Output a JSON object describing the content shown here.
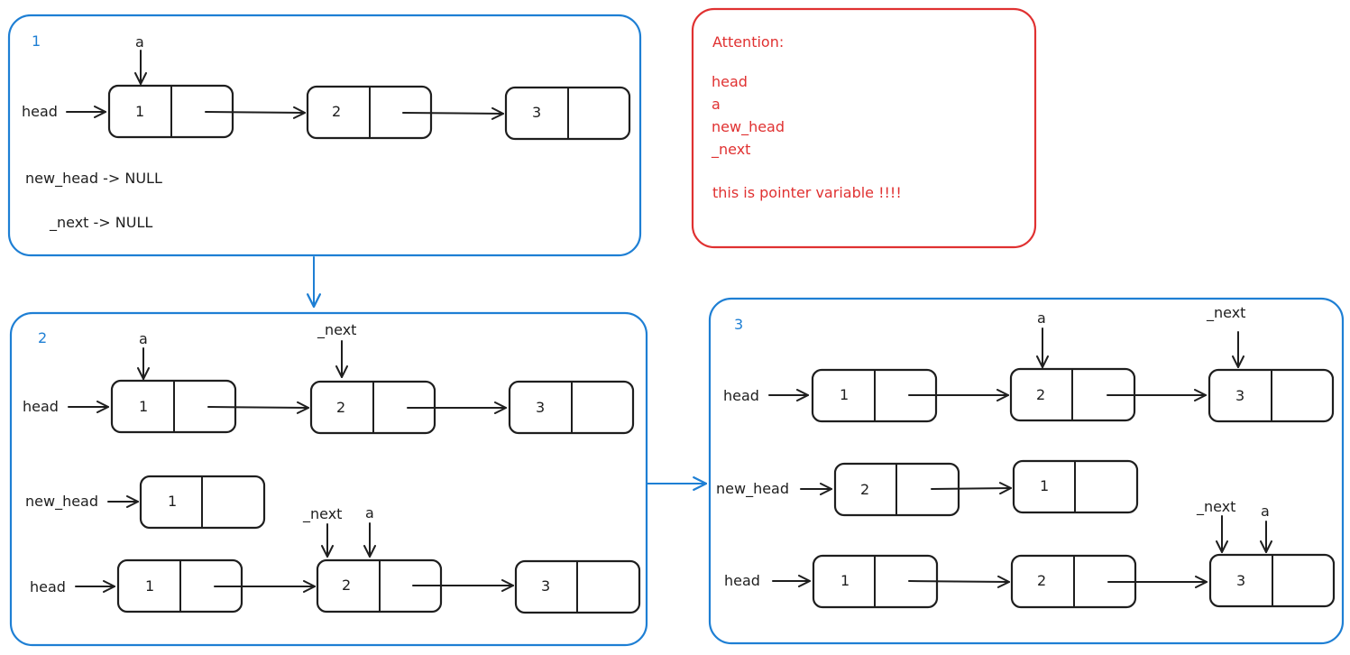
{
  "colors": {
    "frame_blue": "#1e7fd4",
    "frame_red": "#e03131",
    "ink": "#1e1e1e"
  },
  "panel1": {
    "number": "1",
    "pointer_a": "a",
    "head_label": "head",
    "nodes": [
      "1",
      "2",
      "3"
    ],
    "new_head_line": "new_head -> NULL",
    "next_line": "_next -> NULL"
  },
  "attention": {
    "title": "Attention:",
    "items": [
      "head",
      "a",
      "new_head",
      "_next"
    ],
    "note": "this is pointer variable !!!!"
  },
  "panel2": {
    "number": "2",
    "row1": {
      "head_label": "head",
      "pointer_a": "a",
      "pointer_next": "_next",
      "nodes": [
        "1",
        "2",
        "3"
      ]
    },
    "row2": {
      "new_head_label": "new_head",
      "nodes": [
        "1"
      ]
    },
    "row3": {
      "head_label": "head",
      "pointer_next": "_next",
      "pointer_a": "a",
      "nodes": [
        "1",
        "2",
        "3"
      ]
    }
  },
  "panel3": {
    "number": "3",
    "row1": {
      "head_label": "head",
      "pointer_a": "a",
      "pointer_next": "_next",
      "nodes": [
        "1",
        "2",
        "3"
      ]
    },
    "row2": {
      "new_head_label": "new_head",
      "nodes": [
        "2",
        "1"
      ]
    },
    "row3": {
      "head_label": "head",
      "pointer_next": "_next",
      "pointer_a": "a",
      "nodes": [
        "1",
        "2",
        "3"
      ]
    }
  }
}
